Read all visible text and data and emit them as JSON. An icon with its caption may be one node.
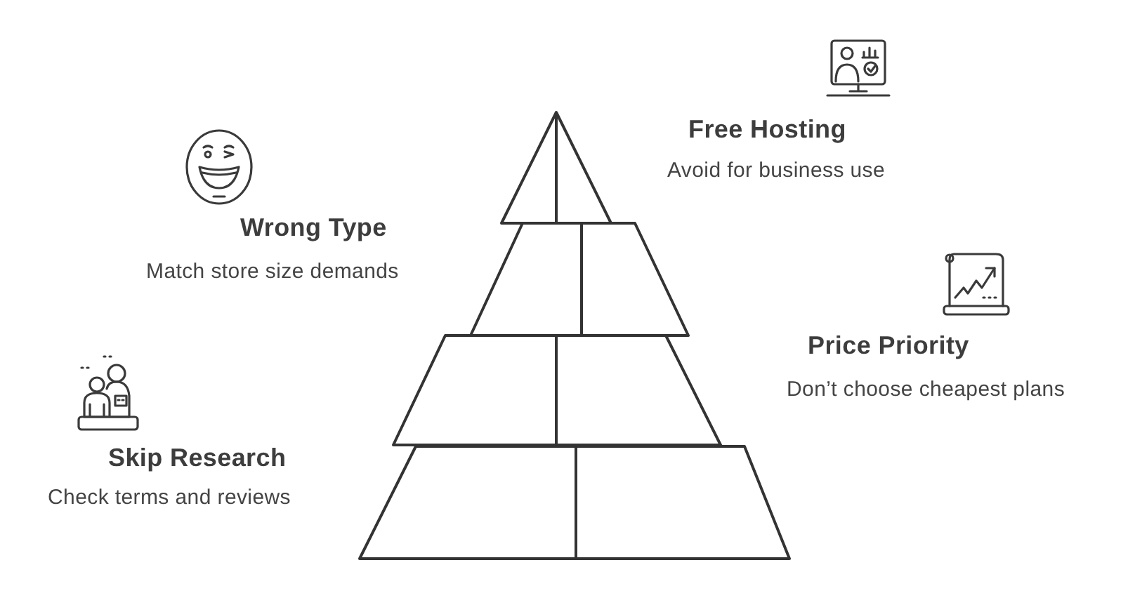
{
  "diagram": {
    "labels": [
      "Free Hosting",
      "Avoid for business use",
      "Wrong Type",
      "Match store size demands",
      "Price Priority",
      "Don’t choose cheapest plans",
      "Skip Research",
      "Check terms and reviews"
    ]
  }
}
